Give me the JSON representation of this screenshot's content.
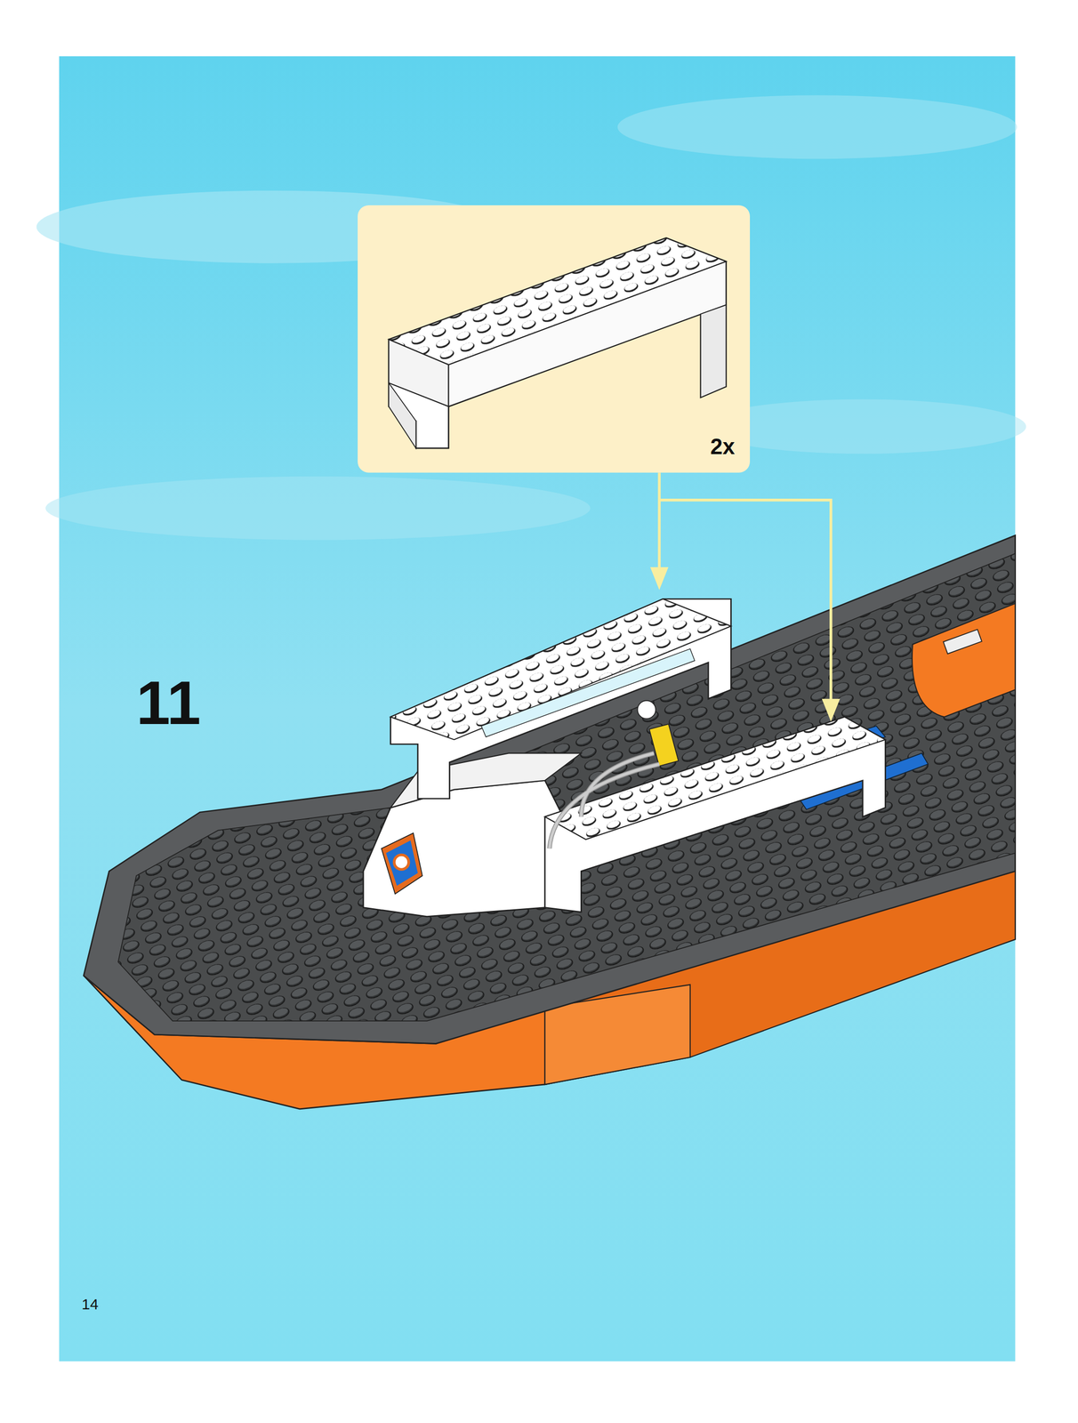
{
  "diagram": {
    "nodes": [
      {
        "text": [
          "2x"
        ]
      }
    ],
    "labels": [
      "11",
      "14"
    ]
  }
}
